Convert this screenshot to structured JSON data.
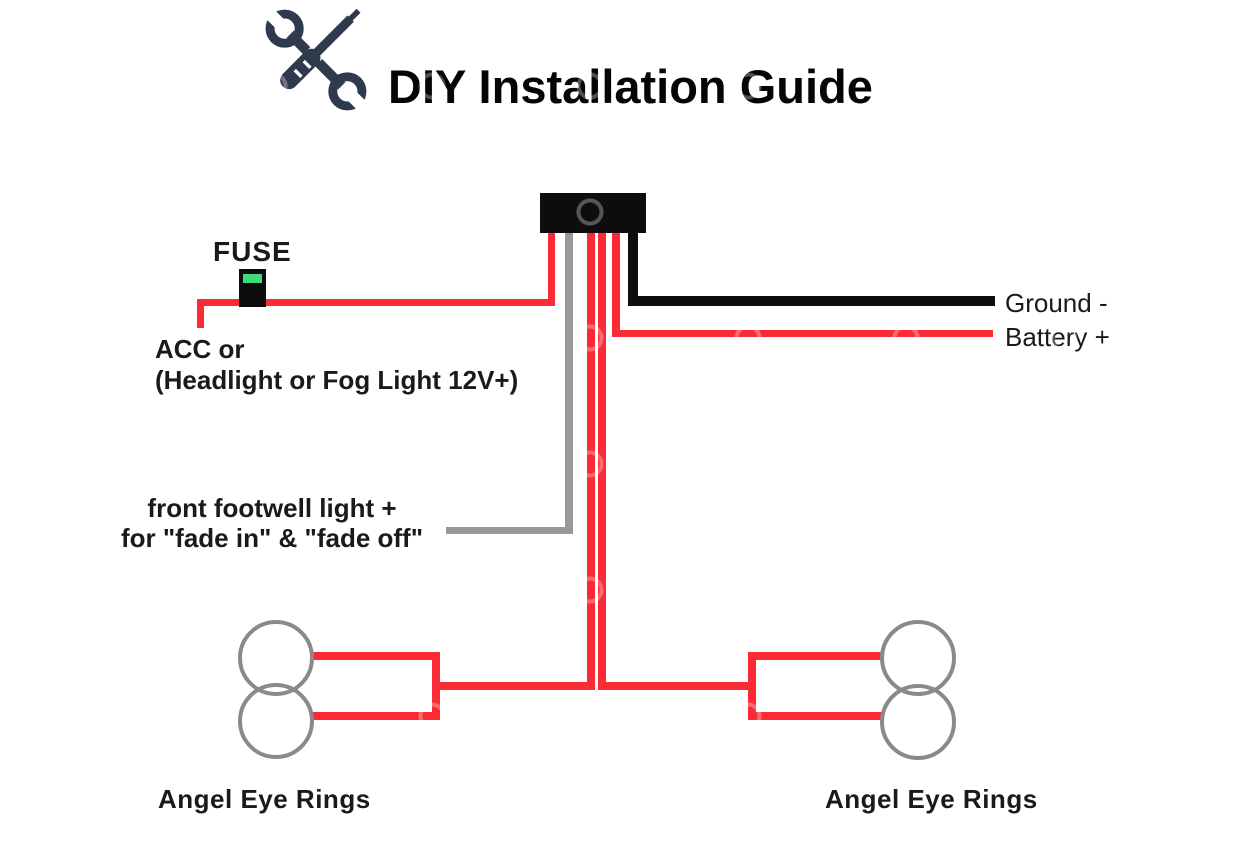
{
  "header": {
    "title": "DIY Installation Guide",
    "icon": "wrench-and-screwdriver"
  },
  "fuse": {
    "label": "FUSE"
  },
  "power_source": {
    "line1": "ACC or",
    "line2": "(Headlight or Fog Light 12V+)"
  },
  "power": {
    "ground_label": "Ground -",
    "battery_label": "Battery +"
  },
  "footwell": {
    "line1": "front footwell light +",
    "line2": "for \"fade in\" & \"fade off\""
  },
  "rings": {
    "left_label": "Angel Eye Rings",
    "right_label": "Angel Eye Rings"
  },
  "colors": {
    "wire_red": "#fb2b36",
    "wire_black": "#0d0d0d",
    "wire_gray": "#999999",
    "ring_outline": "#8a8a8a",
    "fuse_green": "#42d97c",
    "icon": "#2f3b4c",
    "text": "#1a1a1a"
  }
}
